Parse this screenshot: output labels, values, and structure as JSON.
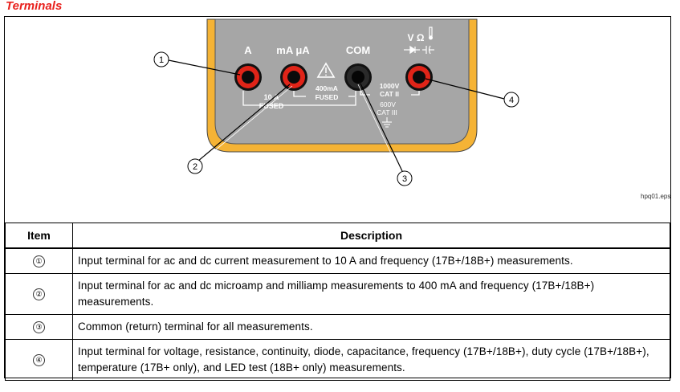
{
  "section": {
    "title": "Terminals"
  },
  "figure": {
    "callouts": [
      "1",
      "2",
      "3",
      "4"
    ],
    "terminal_labels": {
      "a": "A",
      "ma_ua": "mA μA",
      "com": "COM",
      "v_ohm": "V Ω"
    },
    "fuse_10a": {
      "line1": "10 A",
      "line2": "FUSED"
    },
    "fuse_400ma": {
      "line1": "400mA",
      "line2": "FUSED"
    },
    "cat_ratings": {
      "line1": "1000V",
      "line2": "CAT II",
      "line3": "600V",
      "line4": "CAT III"
    },
    "file_label": "hpq01.eps",
    "colors": {
      "case_yellow": "#f5b335",
      "panel_gray": "#a6a6a6",
      "jack_red": "#e02418",
      "jack_black": "#2a2a2a"
    },
    "icons": [
      "warning-triangle-icon",
      "thermometer-icon",
      "diode-icon",
      "capacitor-icon",
      "ground-icon"
    ]
  },
  "table": {
    "headers": {
      "item": "Item",
      "description": "Description"
    },
    "rows": [
      {
        "item": "①",
        "description": "Input terminal for ac and dc current measurement to 10 A and frequency (17B+/18B+) measurements."
      },
      {
        "item": "②",
        "description": "Input terminal for ac and dc microamp and milliamp measurements to 400 mA and frequency (17B+/18B+) measurements."
      },
      {
        "item": "③",
        "description": "Common (return) terminal for all measurements."
      },
      {
        "item": "④",
        "description": "Input terminal for voltage, resistance, continuity, diode, capacitance, frequency (17B+/18B+), duty cycle (17B+/18B+), temperature (17B+ only), and LED test (18B+ only) measurements."
      }
    ]
  }
}
